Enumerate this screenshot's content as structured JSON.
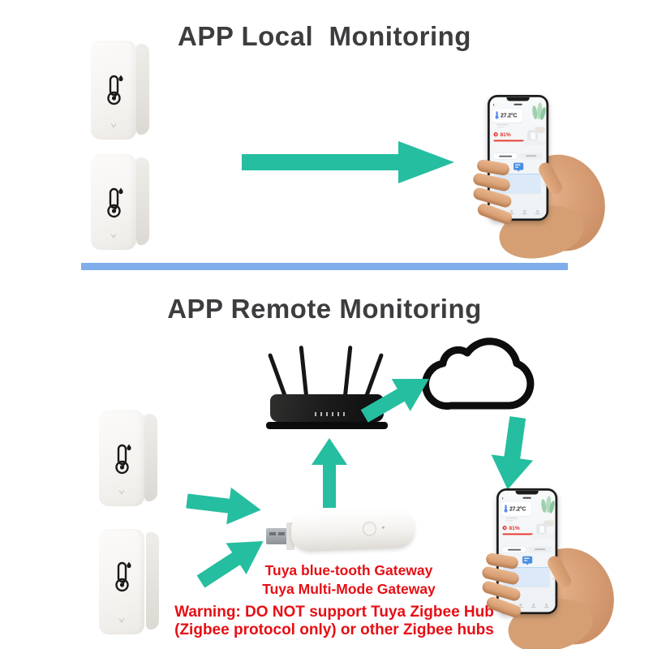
{
  "colors": {
    "arrow_green": "#25BEA0",
    "divider_blue": "#7FADEC",
    "alert_red": "#E60F15",
    "title_gray": "#3D3D40"
  },
  "sections": {
    "local": {
      "title": "APP Local  Monitoring"
    },
    "remote": {
      "title": "APP Remote Monitoring"
    }
  },
  "phone_app": {
    "temperature": "27.2°C",
    "humidity": "81%"
  },
  "gateway_labels": {
    "line1": "Tuya blue-tooth Gateway",
    "line2": "Tuya Multi-Mode Gateway"
  },
  "warning": {
    "line1": "Warning: DO NOT support Tuya Zigbee Hub",
    "line2": "(Zigbee protocol only) or other Zigbee hubs"
  },
  "icons": {
    "back": "‹",
    "sensor_glyph": "thermometer-with-droplet",
    "brand_mark": "˅",
    "cloud": "cloud-outline",
    "arrow": "green-flow-arrow"
  }
}
